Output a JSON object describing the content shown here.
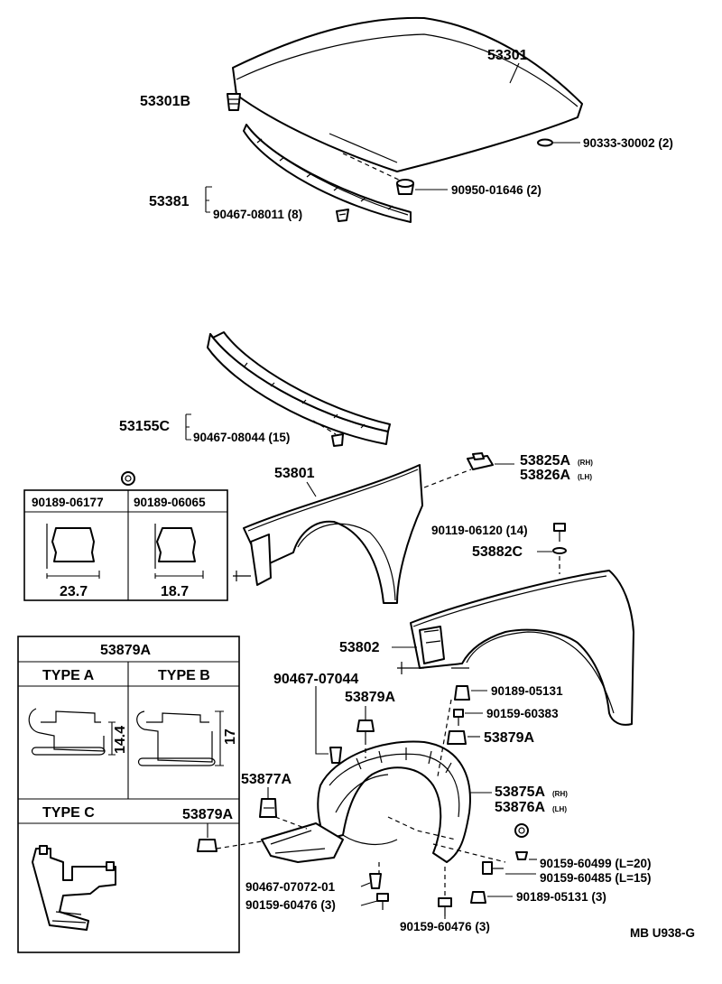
{
  "parts": {
    "hood": "53301",
    "hood_bumper": "53301B",
    "hood_clip": "90333-30002 (2)",
    "hood_cushion": "90950-01646 (2)",
    "hood_seal": "53381",
    "hood_seal_clip": "90467-08011 (8)",
    "cowl_seal": "53155C",
    "cowl_seal_clip": "90467-08044 (15)",
    "fender_lh": "53801",
    "fender_rh": "53802",
    "fender_bracket_rh": "53825A",
    "fender_bracket_rh_side": "(RH)",
    "fender_bracket_lh": "53826A",
    "fender_bracket_lh_side": "(LH)",
    "fender_bolt": "90119-06120 (14)",
    "fender_washer": "53882C",
    "clip_upper": "90467-07044",
    "clip_53879a_top": "53879A",
    "clip_53879a_right": "53879A",
    "clip_53879a_left": "53879A",
    "clip_53877a": "53877A",
    "screw_05131_top": "90189-05131",
    "screw_60383": "90159-60383",
    "liner_rh": "53875A",
    "liner_rh_side": "(RH)",
    "liner_lh": "53876A",
    "liner_lh_side": "(LH)",
    "screw_60499": "90159-60499 (L=20)",
    "screw_60485": "90159-60485 (L=15)",
    "clip_07072": "90467-07072-01",
    "screw_60476_left": "90159-60476 (3)",
    "screw_05131_bottom": "90189-05131 (3)",
    "screw_60476_bottom": "90159-60476 (3)"
  },
  "nut_inset": {
    "left_title": "90189-06177",
    "left_dim": "23.7",
    "right_title": "90189-06065",
    "right_dim": "18.7"
  },
  "clip_inset": {
    "title": "53879A",
    "type_a": "TYPE A",
    "type_a_dim": "14.4",
    "type_b": "TYPE B",
    "type_b_dim": "17",
    "type_c": "TYPE C"
  },
  "figure_id": "MB U938-G"
}
